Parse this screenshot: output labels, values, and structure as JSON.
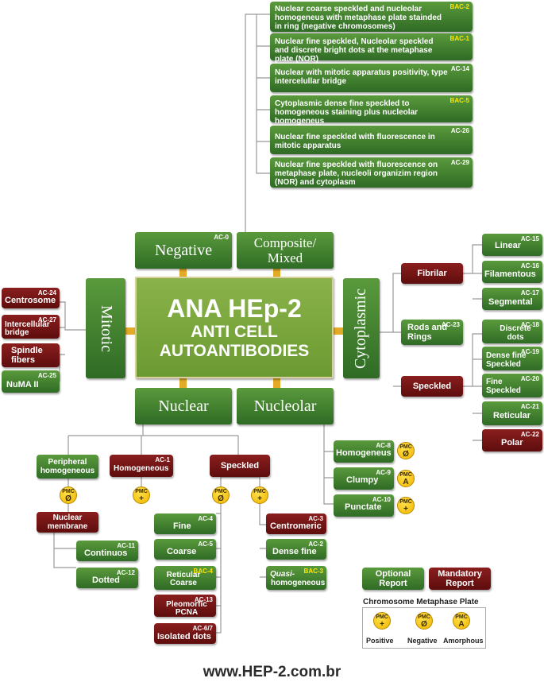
{
  "center": {
    "title": "ANA HEp-2",
    "line1": "ANTI CELL",
    "line2": "AUTOANTIBODIES"
  },
  "categories": {
    "negative": {
      "label": "Negative",
      "code": "AC-0"
    },
    "composite": {
      "label": "Composite/\nMixed"
    },
    "mitotic": {
      "label": "Mitotic"
    },
    "cytoplasmic": {
      "label": "Cytoplasmic"
    },
    "nuclear": {
      "label": "Nuclear"
    },
    "nucleolar": {
      "label": "Nucleolar"
    }
  },
  "composite": [
    {
      "text": "Nuclear coarse speckled and nucleolar homogeneus with metaphase plate stainded in ring (negative chromosomes)",
      "code": "BAC-2"
    },
    {
      "text": "Nuclear fine speckled, Nucleolar speckled and discrete bright dots at the metaphase plate (NOR)",
      "code": "BAC-1"
    },
    {
      "text": "Nuclear with mitotic apparatus positivity, type intercelullar bridge",
      "code": "AC-14"
    },
    {
      "text": "Cytoplasmic dense fine speckled to homogeneous staining plus nucleolar homogeneus",
      "code": "BAC-5"
    },
    {
      "text": "Nuclear fine speckled with fluorescence in mitotic apparatus",
      "code": "AC-26"
    },
    {
      "text": "Nuclear fine speckled with fluorescence on metaphase plate, nucleoli organizim region (NOR) and cytoplasm",
      "code": "AC-29"
    }
  ],
  "mitotic": [
    {
      "label": "Centrosome",
      "code": "AC-24"
    },
    {
      "label": "Intercellular bridge",
      "code": "AC-27"
    },
    {
      "label": "Spindle fibers",
      "code": ""
    },
    {
      "label": "NuMA II",
      "code": "AC-25"
    }
  ],
  "cytoplasmic": {
    "fibrilar": {
      "label": "Fibrilar"
    },
    "rods": {
      "label": "Rods and Rings",
      "code": "AC-23"
    },
    "speckled": {
      "label": "Speckled"
    },
    "fibrilar_items": [
      {
        "label": "Linear",
        "code": "AC-15"
      },
      {
        "label": "Filamentous",
        "code": "AC-16"
      },
      {
        "label": "Segmental",
        "code": "AC-17"
      }
    ],
    "speckled_items": [
      {
        "label": "Discrete dots",
        "code": "AC-18"
      },
      {
        "label": "Dense fine Speckled",
        "code": "AC-19"
      },
      {
        "label": "Fine Speckled",
        "code": "AC-20"
      },
      {
        "label": "Reticular",
        "code": "AC-21"
      },
      {
        "label": "Polar",
        "code": "AC-22"
      }
    ]
  },
  "nuclear": {
    "peripheral": {
      "label": "Peripheral homogeneous"
    },
    "homogeneous": {
      "label": "Homogeneous",
      "code": "AC-1"
    },
    "speckled": {
      "label": "Speckled"
    },
    "membrane": {
      "label": "Nuclear membrane"
    },
    "membrane_items": [
      {
        "label": "Continuos",
        "code": "AC-11"
      },
      {
        "label": "Dotted",
        "code": "AC-12"
      }
    ],
    "speckled_null": [
      {
        "label": "Fine",
        "code": "AC-4"
      },
      {
        "label": "Coarse",
        "code": "AC-5"
      },
      {
        "label": "Reticular Coarse",
        "code": "BAC-4"
      },
      {
        "label": "Pleomorfic PCNA",
        "code": "AC-13"
      },
      {
        "label": "Isolated dots",
        "code": "AC-6/7"
      }
    ],
    "speckled_pos": [
      {
        "label": "Centromeric",
        "code": "AC-3"
      },
      {
        "label": "Dense fine",
        "code": "AC-2"
      },
      {
        "prefix": "Quasi-",
        "label": "homogeneous",
        "code": "BAC-3"
      }
    ]
  },
  "nucleolar": [
    {
      "label": "Homogeneus",
      "code": "AC-8"
    },
    {
      "label": "Clumpy",
      "code": "AC-9"
    },
    {
      "label": "Punctate",
      "code": "AC-10"
    }
  ],
  "pmc": {
    "prefix": "PMC",
    "positive": "+",
    "null": "Ø",
    "amorphous": "A"
  },
  "legend": {
    "optional": "Optional Report",
    "mandatory": "Mandatory Report",
    "plate_title": "Chromosome Metaphase Plate",
    "positive": "Positive",
    "negative": "Negative",
    "amorphous": "Amorphous"
  },
  "footer": {
    "website": "www.HEP-2.com.br"
  }
}
